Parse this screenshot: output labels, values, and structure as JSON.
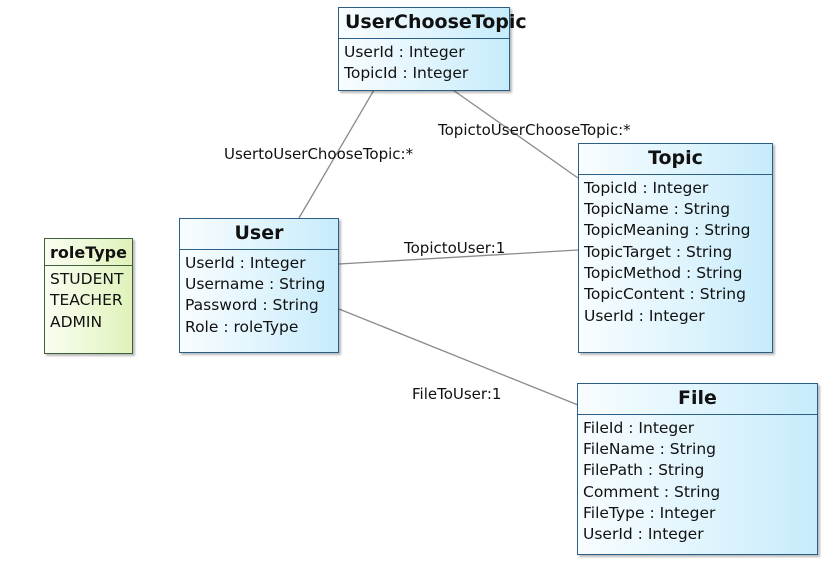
{
  "classes": {
    "user_choose_topic": {
      "name": "UserChooseTopic",
      "attributes": [
        "UserId : Integer",
        "TopicId : Integer"
      ]
    },
    "topic": {
      "name": "Topic",
      "attributes": [
        "TopicId : Integer",
        "TopicName : String",
        "TopicMeaning : String",
        "TopicTarget : String",
        "TopicMethod : String",
        "TopicContent : String",
        "UserId : Integer"
      ]
    },
    "user": {
      "name": "User",
      "attributes": [
        "UserId : Integer",
        "Username : String",
        "Password : String",
        "Role : roleType"
      ]
    },
    "file": {
      "name": "File",
      "attributes": [
        "FileId : Integer",
        "FileName : String",
        "FilePath : String",
        "Comment : String",
        "FileType : Integer",
        "UserId : Integer"
      ]
    },
    "role_type": {
      "name": "roleType",
      "literals": [
        "STUDENT",
        "TEACHER",
        "ADMIN"
      ]
    }
  },
  "associations": {
    "user_to_uct": "UsertoUserChooseTopic:*",
    "topic_to_uct": "TopictoUserChooseTopic:*",
    "topic_to_user": "TopictoUser:1",
    "file_to_user": "FileToUser:1"
  },
  "colors": {
    "class_border": "#2c5f85",
    "class_fill": "#c6ebfb",
    "enum_border": "#3f5f3f",
    "enum_fill": "#dff2b8",
    "connector": "#8a8a8a"
  }
}
